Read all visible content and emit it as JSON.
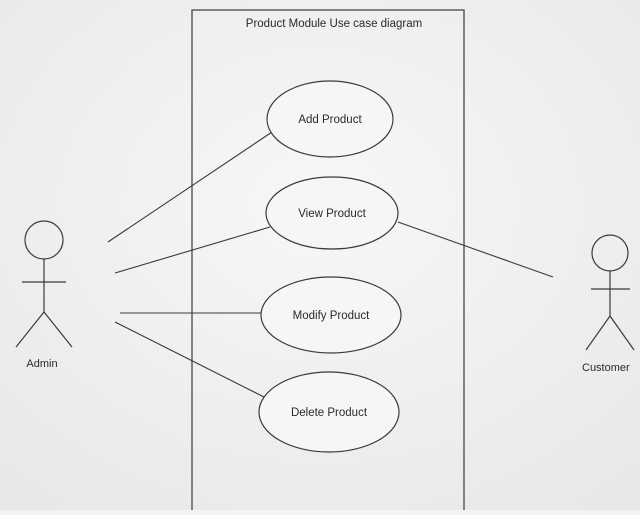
{
  "diagram": {
    "title": "Product Module Use case diagram",
    "actors": {
      "admin": "Admin",
      "customer": "Customer"
    },
    "use_cases": {
      "add": "Add Product",
      "view": "View Product",
      "modify": "Modify Product",
      "delete": "Delete Product"
    }
  },
  "colors": {
    "background": "#f3f3f1",
    "stroke": "#3a3a3a",
    "text": "#2a2a2a"
  }
}
